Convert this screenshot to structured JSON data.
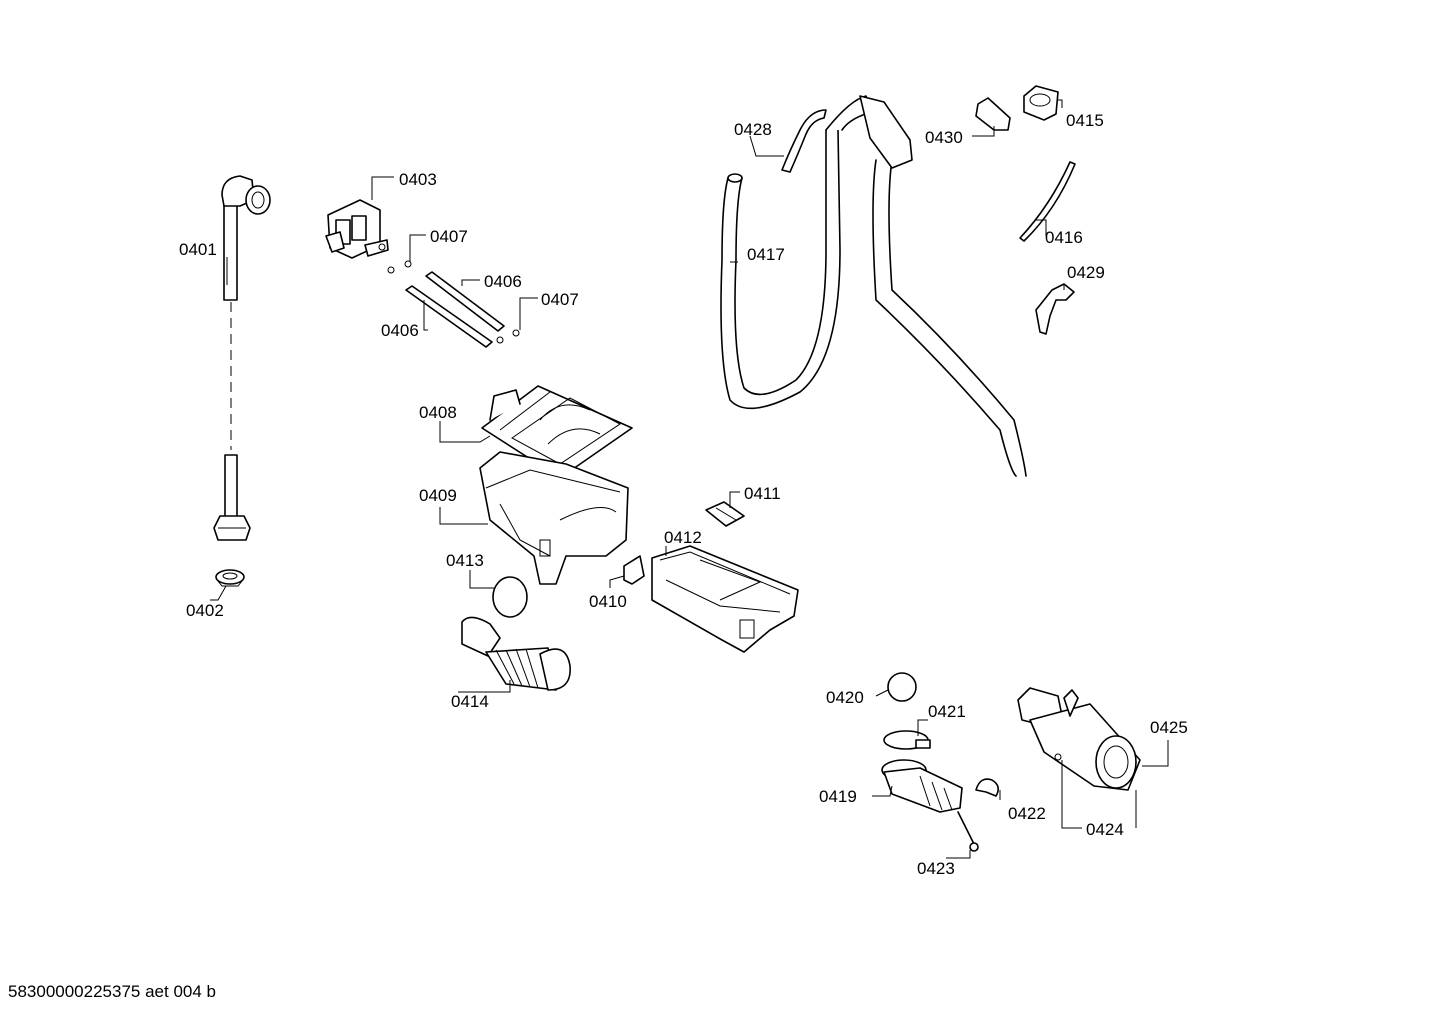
{
  "labels": {
    "p0401": "0401",
    "p0402": "0402",
    "p0403": "0403",
    "p0406a": "0406",
    "p0406b": "0406",
    "p0407a": "0407",
    "p0407b": "0407",
    "p0408": "0408",
    "p0409": "0409",
    "p0410": "0410",
    "p0411": "0411",
    "p0412": "0412",
    "p0413": "0413",
    "p0414": "0414",
    "p0415": "0415",
    "p0416": "0416",
    "p0417": "0417",
    "p0419": "0419",
    "p0420": "0420",
    "p0421": "0421",
    "p0422": "0422",
    "p0423": "0423",
    "p0424": "0424",
    "p0425": "0425",
    "p0428": "0428",
    "p0429": "0429",
    "p0430": "0430"
  },
  "footer": {
    "doc_code": "58300000225375 aet 004 b"
  }
}
